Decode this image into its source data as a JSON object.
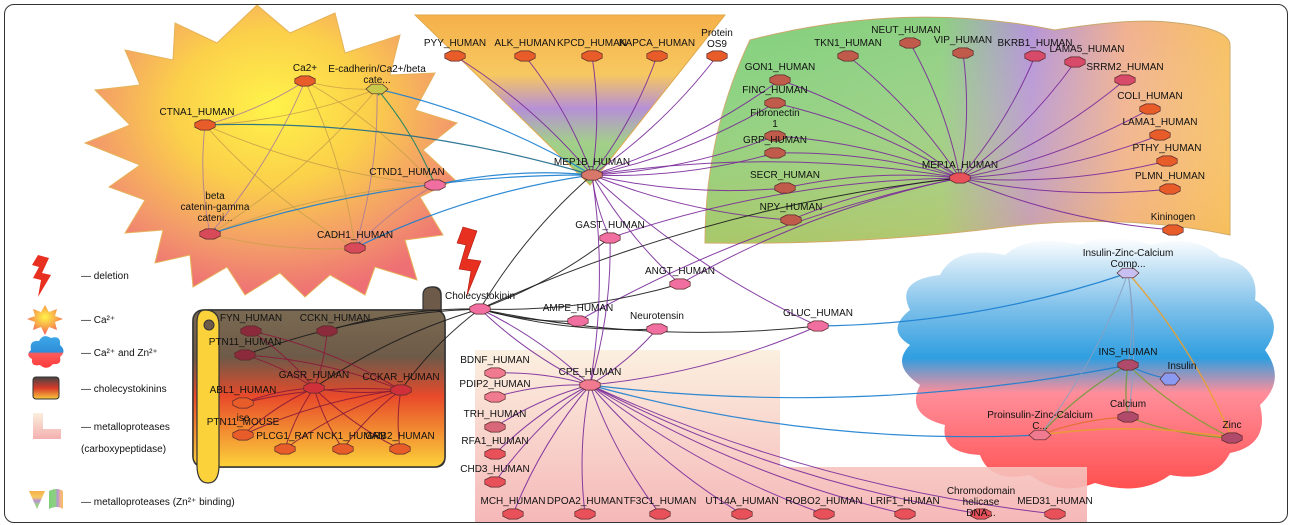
{
  "legend": [
    {
      "key": "deletion",
      "text": "— deletion"
    },
    {
      "key": "ca",
      "text": "— Ca²⁺"
    },
    {
      "key": "cazn",
      "text": "— Ca²⁺ and Zn²⁺"
    },
    {
      "key": "cck",
      "text": "— cholecystokinins"
    },
    {
      "key": "mp",
      "text": "— metalloproteases",
      "text2": "(carboxypeptidase)"
    },
    {
      "key": "mpzn",
      "text": "— metalloproteases (Zn²⁺ binding)"
    }
  ],
  "nodes": [
    {
      "id": "ecad",
      "label": "E-cadherin/Ca2+/beta\ncate...",
      "shape": "hex",
      "color": "#c8c84a"
    },
    {
      "id": "ca2",
      "label": "Ca2+",
      "shape": "oct",
      "color": "#e85c2a"
    },
    {
      "id": "ctna1",
      "label": "CTNA1_HUMAN",
      "shape": "oct",
      "color": "#e85c2a"
    },
    {
      "id": "ctnd1",
      "label": "CTND1_HUMAN",
      "shape": "oct",
      "color": "#f06fa0"
    },
    {
      "id": "betacat",
      "label": "beta\ncatenin-gamma\ncateni...",
      "shape": "oct",
      "color": "#d84a5a"
    },
    {
      "id": "cadh1",
      "label": "CADH1_HUMAN",
      "shape": "oct",
      "color": "#d84a5a"
    },
    {
      "id": "pyy",
      "label": "PYY_HUMAN",
      "shape": "oct",
      "color": "#e85c2a"
    },
    {
      "id": "alk",
      "label": "ALK_HUMAN",
      "shape": "oct",
      "color": "#e85c2a"
    },
    {
      "id": "kpcd",
      "label": "KPCD_HUMAN",
      "shape": "oct",
      "color": "#e85c2a"
    },
    {
      "id": "kapca",
      "label": "KAPCA_HUMAN",
      "shape": "oct",
      "color": "#e85c2a"
    },
    {
      "id": "os9",
      "label": "Protein\nOS9",
      "shape": "oct",
      "color": "#e85c2a"
    },
    {
      "id": "mep1b",
      "label": "MEP1B_HUMAN",
      "shape": "oct",
      "color": "#d8786a"
    },
    {
      "id": "mep1a",
      "label": "MEP1A_HUMAN",
      "shape": "oct",
      "color": "#e8505a"
    },
    {
      "id": "tkn1",
      "label": "TKN1_HUMAN",
      "shape": "oct",
      "color": "#c05a4a"
    },
    {
      "id": "neut",
      "label": "NEUT_HUMAN",
      "shape": "oct",
      "color": "#c05a4a"
    },
    {
      "id": "vip",
      "label": "VIP_HUMAN",
      "shape": "oct",
      "color": "#c05a4a"
    },
    {
      "id": "bkrb1",
      "label": "BKRB1_HUMAN",
      "shape": "oct",
      "color": "#d84a6a"
    },
    {
      "id": "lama5",
      "label": "LAMA5_HUMAN",
      "shape": "oct",
      "color": "#d84a6a"
    },
    {
      "id": "gon1",
      "label": "GON1_HUMAN",
      "shape": "oct",
      "color": "#c05a4a"
    },
    {
      "id": "srrm2",
      "label": "SRRM2_HUMAN",
      "shape": "oct",
      "color": "#d84a6a"
    },
    {
      "id": "finc",
      "label": "FINC_HUMAN",
      "shape": "oct",
      "color": "#c05a4a"
    },
    {
      "id": "fibro",
      "label": "Fibronectin\n1",
      "shape": "oct",
      "color": "#c05a4a"
    },
    {
      "id": "coli",
      "label": "COLI_HUMAN",
      "shape": "oct",
      "color": "#e85c2a"
    },
    {
      "id": "grp",
      "label": "GRP_HUMAN",
      "shape": "oct",
      "color": "#c05a4a"
    },
    {
      "id": "lama1",
      "label": "LAMA1_HUMAN",
      "shape": "oct",
      "color": "#e85c2a"
    },
    {
      "id": "pthy",
      "label": "PTHY_HUMAN",
      "shape": "oct",
      "color": "#e85c2a"
    },
    {
      "id": "secr",
      "label": "SECR_HUMAN",
      "shape": "oct",
      "color": "#c05a4a"
    },
    {
      "id": "plmn",
      "label": "PLMN_HUMAN",
      "shape": "oct",
      "color": "#e85c2a"
    },
    {
      "id": "npy",
      "label": "NPY_HUMAN",
      "shape": "oct",
      "color": "#c05a4a"
    },
    {
      "id": "kinin",
      "label": "Kininogen",
      "shape": "oct",
      "color": "#e85c2a"
    },
    {
      "id": "gast",
      "label": "GAST_HUMAN",
      "shape": "oct",
      "color": "#f06fa0"
    },
    {
      "id": "angt",
      "label": "ANGT_HUMAN",
      "shape": "oct",
      "color": "#f06fa0"
    },
    {
      "id": "chole",
      "label": "Cholecystokinin",
      "shape": "oct",
      "color": "#f06fa0"
    },
    {
      "id": "ampe",
      "label": "AMPE_HUMAN",
      "shape": "oct",
      "color": "#f06fa0"
    },
    {
      "id": "neuro",
      "label": "Neurotensin",
      "shape": "oct",
      "color": "#f06fa0"
    },
    {
      "id": "gluc",
      "label": "GLUC_HUMAN",
      "shape": "oct",
      "color": "#f06fa0"
    },
    {
      "id": "fyn",
      "label": "FYN_HUMAN",
      "shape": "oct",
      "color": "#8a2a3a"
    },
    {
      "id": "cckn",
      "label": "CCKN_HUMAN",
      "shape": "oct",
      "color": "#8a2a3a"
    },
    {
      "id": "ptn11",
      "label": "PTN11_HUMAN",
      "shape": "oct",
      "color": "#8a2a3a"
    },
    {
      "id": "gasr",
      "label": "GASR_HUMAN",
      "shape": "oct",
      "color": "#d0303a"
    },
    {
      "id": "cckar",
      "label": "CCKAR_HUMAN",
      "shape": "oct",
      "color": "#d0303a"
    },
    {
      "id": "abl1",
      "label": "ABL1_HUMAN",
      "shape": "oct",
      "color": "#e85c2a"
    },
    {
      "id": "ise",
      "label": "ise",
      "shape": "none",
      "color": "#e85c2a"
    },
    {
      "id": "ptn11m",
      "label": "PTN11_MOUSE",
      "shape": "oct",
      "color": "#e85c2a"
    },
    {
      "id": "plcg1",
      "label": "PLCG1_RAT",
      "shape": "oct",
      "color": "#e85c2a"
    },
    {
      "id": "nck1",
      "label": "NCK1_HUMAN",
      "shape": "oct",
      "color": "#e85c2a"
    },
    {
      "id": "grb2",
      "label": "GRB2_HUMAN",
      "shape": "oct",
      "color": "#e85c2a"
    },
    {
      "id": "bdnf",
      "label": "BDNF_HUMAN",
      "shape": "oct",
      "color": "#f07a90"
    },
    {
      "id": "cpe",
      "label": "CPE_HUMAN",
      "shape": "oct",
      "color": "#f07a90"
    },
    {
      "id": "pdip2",
      "label": "PDIP2_HUMAN",
      "shape": "oct",
      "color": "#f07a90"
    },
    {
      "id": "trh",
      "label": "TRH_HUMAN",
      "shape": "oct",
      "color": "#d86878"
    },
    {
      "id": "rfa1",
      "label": "RFA1_HUMAN",
      "shape": "oct",
      "color": "#e8505a"
    },
    {
      "id": "chd3",
      "label": "CHD3_HUMAN",
      "shape": "oct",
      "color": "#e8505a"
    },
    {
      "id": "mch",
      "label": "MCH_HUMAN",
      "shape": "oct",
      "color": "#e8505a"
    },
    {
      "id": "dpoa2",
      "label": "DPOA2_HUMAN",
      "shape": "oct",
      "color": "#e8505a"
    },
    {
      "id": "tf3c1",
      "label": "TF3C1_HUMAN",
      "shape": "oct",
      "color": "#e8505a"
    },
    {
      "id": "ut14a",
      "label": "UT14A_HUMAN",
      "shape": "oct",
      "color": "#e8505a"
    },
    {
      "id": "robo2",
      "label": "ROBO2_HUMAN",
      "shape": "oct",
      "color": "#e8505a"
    },
    {
      "id": "lrif1",
      "label": "LRIF1_HUMAN",
      "shape": "oct",
      "color": "#e8505a"
    },
    {
      "id": "chromo",
      "label": "Chromodomain\nhelicase\nDNA...",
      "shape": "oct",
      "color": "#e8505a"
    },
    {
      "id": "med31",
      "label": "MED31_HUMAN",
      "shape": "oct",
      "color": "#e8505a"
    },
    {
      "id": "izcc",
      "label": "Insulin-Zinc-Calcium\nComp...",
      "shape": "hex",
      "color": "#c8c0f0"
    },
    {
      "id": "ins",
      "label": "INS_HUMAN",
      "shape": "oct",
      "color": "#b04a6a"
    },
    {
      "id": "insulin",
      "label": "Insulin",
      "shape": "diamond",
      "color": "#8a9af0"
    },
    {
      "id": "calcium",
      "label": "Calcium",
      "shape": "oct",
      "color": "#b04a6a"
    },
    {
      "id": "pizc",
      "label": "Proinsulin-Zinc-Calcium\nC...",
      "shape": "hex",
      "color": "#f07a90"
    },
    {
      "id": "zinc",
      "label": "Zinc",
      "shape": "oct",
      "color": "#b04a6a"
    }
  ]
}
